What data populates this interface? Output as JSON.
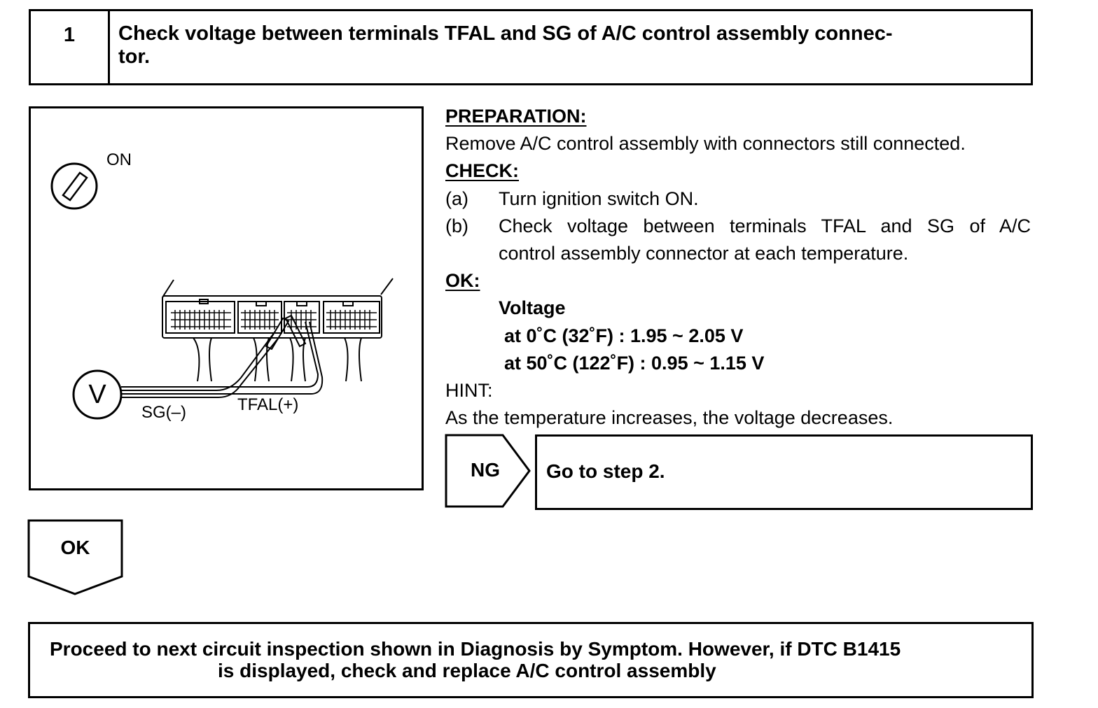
{
  "step": {
    "number": "1",
    "title": "Check voltage between terminals TFAL and SG of A/C control assembly connec-tor."
  },
  "illustration": {
    "ignition_label": "ON",
    "meter_symbol": "V",
    "probe_neg_label": "SG(–)",
    "probe_pos_label": "TFAL(+)"
  },
  "procedure": {
    "preparation_heading": "PREPARATION:",
    "preparation_text": "Remove A/C control assembly with connectors still connected.",
    "check_heading": "CHECK:",
    "check_items": [
      {
        "marker": "(a)",
        "text": "Turn ignition switch ON."
      },
      {
        "marker": "(b)",
        "line1": "Check voltage between terminals TFAL and SG of A/C",
        "line2": "control assembly connector at each temperature."
      }
    ],
    "ok_heading": "OK:",
    "ok_spec_title": "Voltage",
    "ok_specs": [
      "at 0˚C (32˚F) : 1.95 ~ 2.05 V",
      "at 50˚C (122˚F) : 0.95 ~ 1.15 V"
    ],
    "hint_heading": "HINT:",
    "hint_text": "As the temperature increases, the voltage decreases."
  },
  "ng_branch": {
    "label": "NG",
    "action": "Go to step 2."
  },
  "ok_branch": {
    "label": "OK"
  },
  "final": {
    "line1": "Proceed to next circuit inspection shown in Diagnosis by Symptom. However, if DTC B1415",
    "line2": "is displayed, check and replace A/C control assembly"
  }
}
